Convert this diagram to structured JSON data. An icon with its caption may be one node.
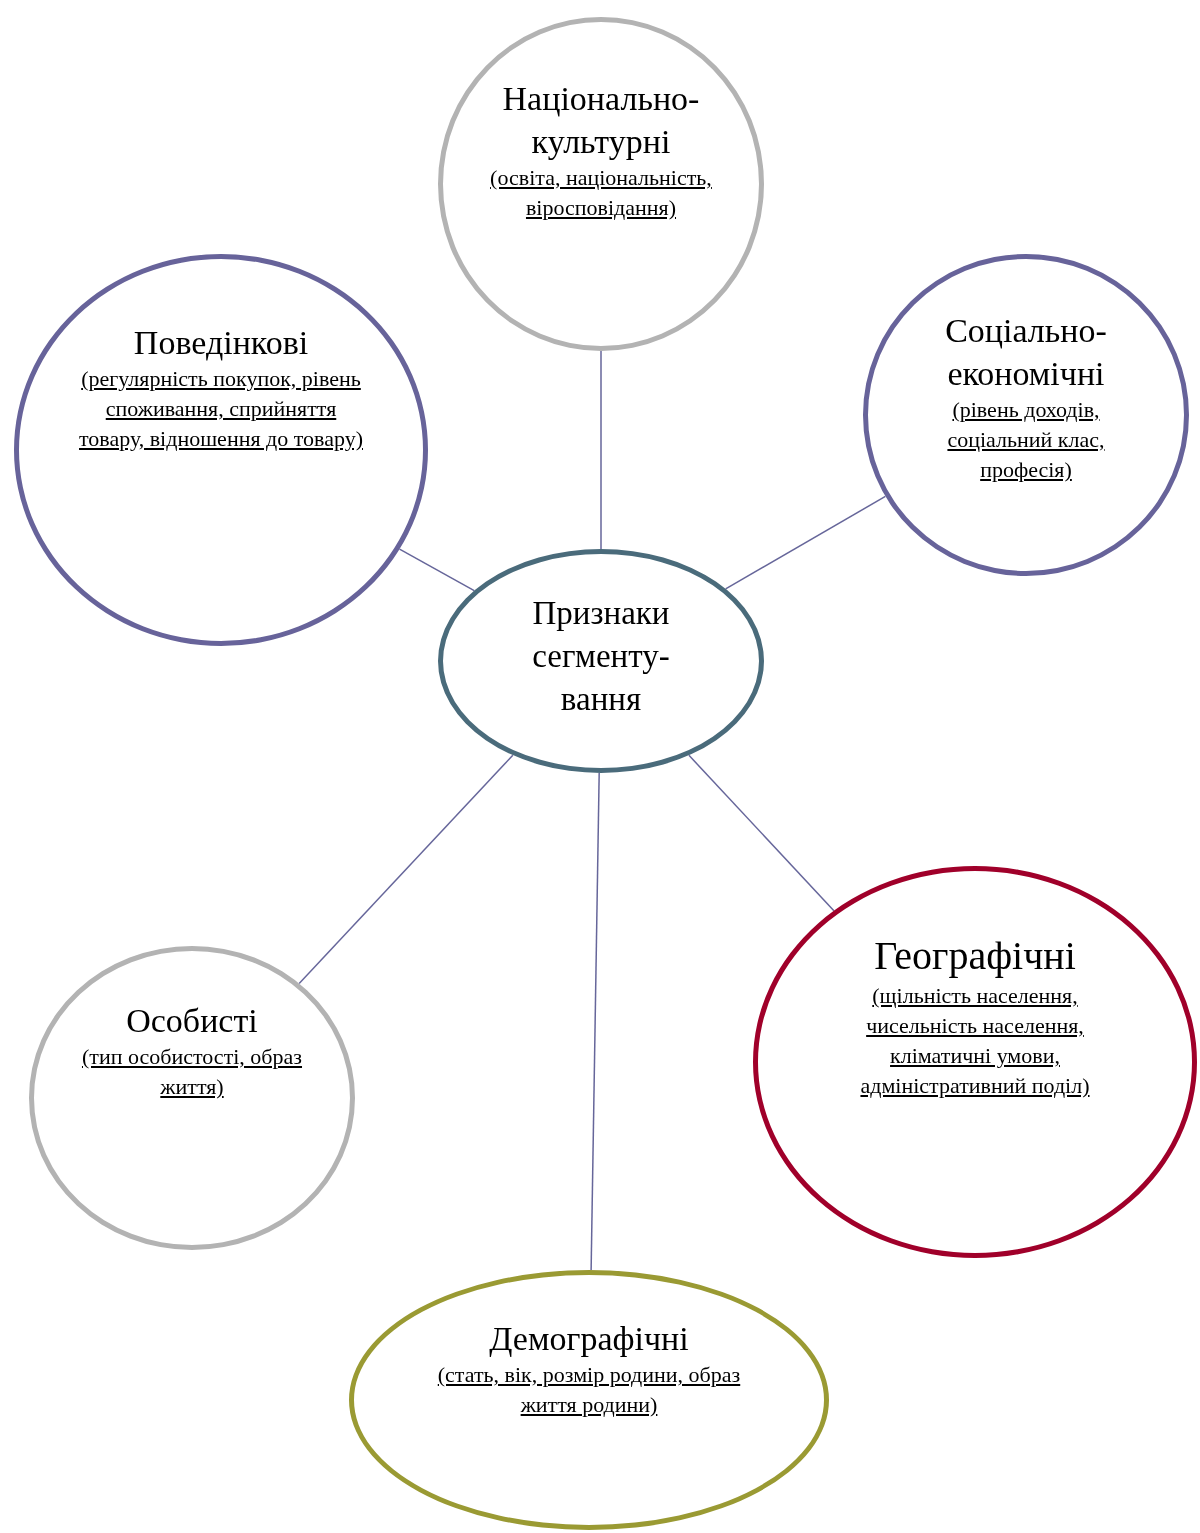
{
  "diagram": {
    "nodes": [
      {
        "text": [
          "Признаки сегменту- вання"
        ]
      },
      {
        "text": [
          "Національно- культурні",
          "(освіта, національність, віросповідання)"
        ]
      },
      {
        "text": [
          "Поведінкові",
          "(регулярність покупок, рівень споживання, сприйняття товару, відношення до товару)"
        ]
      },
      {
        "text": [
          "Соціально- економічні",
          "(рівень доходів, соціальний клас, професія)"
        ]
      },
      {
        "text": [
          "Особисті",
          "(тип особистості, образ життя)"
        ]
      },
      {
        "text": [
          "Географічні",
          "(щільність населення, чисельність населення, кліматичні умови, адміністративний поділ)"
        ]
      },
      {
        "text": [
          "Демографічні",
          "(стать, вік, розмір родини, образ життя родини)"
        ]
      }
    ],
    "edges": [
      {
        "from": 0,
        "to": 1,
        "arrow": "none"
      },
      {
        "from": 0,
        "to": 2,
        "arrow": "none"
      },
      {
        "from": 0,
        "to": 3,
        "arrow": "none"
      },
      {
        "from": 0,
        "to": 4,
        "arrow": "none"
      },
      {
        "from": 0,
        "to": 5,
        "arrow": "none"
      },
      {
        "from": 0,
        "to": 6,
        "arrow": "none"
      }
    ]
  }
}
